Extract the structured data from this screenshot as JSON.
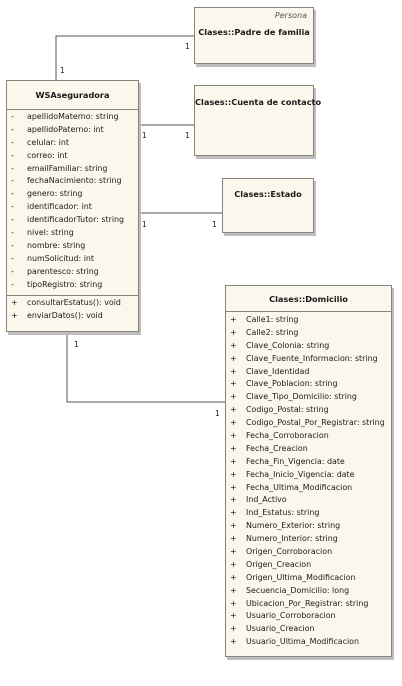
{
  "classes": {
    "padre": {
      "stereotype": "Persona",
      "name": "Clases::Padre de familia"
    },
    "cuenta": {
      "name": "Clases::Cuenta de contacto"
    },
    "estado": {
      "name": "Clases::Estado"
    },
    "ws": {
      "name": "WSAseguradora",
      "attributes": [
        {
          "vis": "-",
          "text": "apellidoMaterno: string"
        },
        {
          "vis": "-",
          "text": "apellidoPaterno: int"
        },
        {
          "vis": "-",
          "text": "celular: int"
        },
        {
          "vis": "-",
          "text": "correo: int"
        },
        {
          "vis": "-",
          "text": "emailFamiliar: string"
        },
        {
          "vis": "-",
          "text": "fechaNacimiento: string"
        },
        {
          "vis": "-",
          "text": "genero: string"
        },
        {
          "vis": "-",
          "text": "identificador: int"
        },
        {
          "vis": "-",
          "text": "identificadorTutor: string"
        },
        {
          "vis": "-",
          "text": "nivel: string"
        },
        {
          "vis": "-",
          "text": "nombre: string"
        },
        {
          "vis": "-",
          "text": "numSolicitud: int"
        },
        {
          "vis": "-",
          "text": "parentesco: string"
        },
        {
          "vis": "-",
          "text": "tipoRegistro: string"
        }
      ],
      "operations": [
        {
          "vis": "+",
          "text": "consultarEstatus(): void"
        },
        {
          "vis": "+",
          "text": "enviarDatos(): void"
        }
      ]
    },
    "domicilio": {
      "name": "Clases::Domicilio",
      "attributes": [
        {
          "vis": "+",
          "text": "Calle1: string"
        },
        {
          "vis": "+",
          "text": "Calle2: string"
        },
        {
          "vis": "+",
          "text": "Clave_Colonia: string"
        },
        {
          "vis": "+",
          "text": "Clave_Fuente_Informacion: string"
        },
        {
          "vis": "+",
          "text": "Clave_Identidad"
        },
        {
          "vis": "+",
          "text": "Clave_Poblacion: string"
        },
        {
          "vis": "+",
          "text": "Clave_Tipo_Domicilio: string"
        },
        {
          "vis": "+",
          "text": "Codigo_Postal: string"
        },
        {
          "vis": "+",
          "text": "Codigo_Postal_Por_Registrar: string"
        },
        {
          "vis": "+",
          "text": "Fecha_Corroboracion"
        },
        {
          "vis": "+",
          "text": "Fecha_Creacion"
        },
        {
          "vis": "+",
          "text": "Fecha_Fin_Vigencia: date"
        },
        {
          "vis": "+",
          "text": "Fecha_Inicio_Vigencia: date"
        },
        {
          "vis": "+",
          "text": "Fecha_Ultima_Modificacion"
        },
        {
          "vis": "+",
          "text": "Ind_Activo"
        },
        {
          "vis": "+",
          "text": "Ind_Estatus: string"
        },
        {
          "vis": "+",
          "text": "Numero_Exterior: string"
        },
        {
          "vis": "+",
          "text": "Numero_Interior: string"
        },
        {
          "vis": "+",
          "text": "Origen_Corroboracion"
        },
        {
          "vis": "+",
          "text": "Origen_Creacion"
        },
        {
          "vis": "+",
          "text": "Origen_Ultima_Modificacion"
        },
        {
          "vis": "+",
          "text": "Secuencia_Domicilio: long"
        },
        {
          "vis": "+",
          "text": "Ubicacion_Por_Registrar: string"
        },
        {
          "vis": "+",
          "text": "Usuario_Corroboracion"
        },
        {
          "vis": "+",
          "text": "Usuario_Creacion"
        },
        {
          "vis": "+",
          "text": "Usuario_Ultima_Modificacion"
        }
      ]
    }
  },
  "associations": [
    {
      "from": "ws",
      "to": "padre",
      "from_mult": "1",
      "to_mult": "1"
    },
    {
      "from": "ws",
      "to": "cuenta",
      "from_mult": "1",
      "to_mult": "1"
    },
    {
      "from": "ws",
      "to": "estado",
      "from_mult": "1",
      "to_mult": "1"
    },
    {
      "from": "ws",
      "to": "domicilio",
      "from_mult": "1",
      "to_mult": "1"
    }
  ]
}
